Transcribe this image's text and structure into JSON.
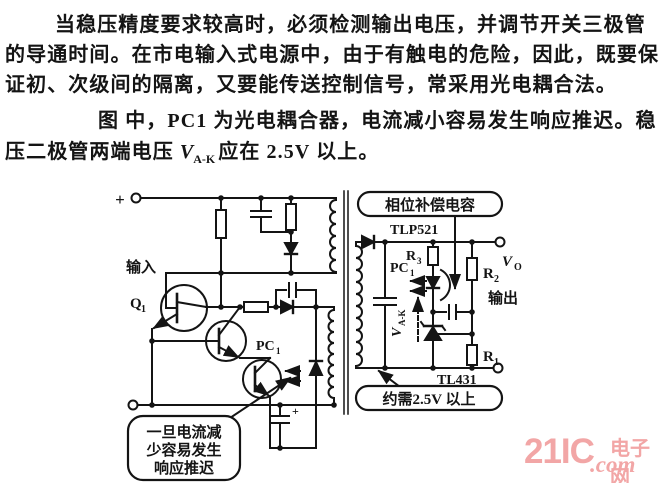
{
  "doc": {
    "para1": [
      "当稳压精度要求较高时，必须检测输出电压，并调节开关三极管",
      "的导通时间。在市电输入式电源中，由于有触电的危险，因此，既要保",
      "证初、次级间的隔离，又要能传送控制信号，常采用光电耦合法。"
    ],
    "para2_line1": "图 中，PC1 为光电耦合器，电流减小容易发生响应推迟。稳",
    "para2_line2_pre": "压二极管两端电压 ",
    "para2_line2_v": "V",
    "para2_line2_sub": "A-K",
    "para2_line2_post": "应在 2.5V 以上。"
  },
  "circuit": {
    "plus_sign": "+",
    "input_label": "输入",
    "output_label": "输出",
    "q1": {
      "main": "Q",
      "sub": "1"
    },
    "pc1_left": {
      "main": "PC",
      "sub": "1"
    },
    "pc1_right": {
      "main": "PC",
      "sub": "1"
    },
    "r1": {
      "main": "R",
      "sub": "1"
    },
    "r2": {
      "main": "R",
      "sub": "2"
    },
    "r3": {
      "main": "R",
      "sub": "3"
    },
    "vo": {
      "main": "V",
      "sub": "O"
    },
    "vak": {
      "main": "V",
      "sub": "A-K"
    },
    "tlp521": "TLP521",
    "tl431": "TL431",
    "callout_phase_cap": "相位补偿电容",
    "callout_need": "约需2.5V 以上",
    "callout_current": [
      "一旦电流减",
      "少容易发生",
      "响应推迟"
    ]
  },
  "watermark": {
    "brand": "21IC",
    "dot_com": ".com",
    "site": "电子网",
    "color": "#f2a6a6"
  }
}
